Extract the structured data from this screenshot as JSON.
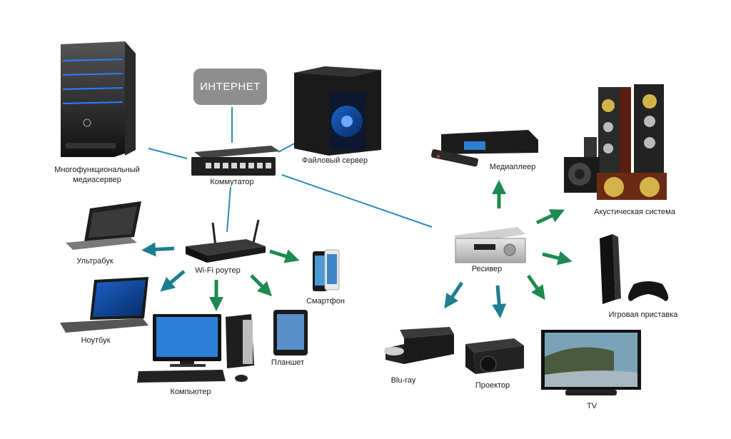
{
  "internet": "ИНТЕРНЕТ",
  "devices": {
    "media_server": "Многофункциональный\nмедиасервер",
    "switch": "Коммутатор",
    "file_server": "Файловый сервер",
    "media_player": "Медиаплеер",
    "speakers": "Акустическая система",
    "ultrabook": "Ультрабук",
    "wifi_router": "Wi-Fi роутер",
    "smartphone": "Смартфон",
    "receiver": "Ресивер",
    "game_console": "Игровая приставка",
    "notebook": "Ноутбук",
    "computer": "Компьютер",
    "tablet": "Планшет",
    "bluray": "Blu-ray",
    "projector": "Проектор",
    "tv": "TV"
  },
  "colors": {
    "cable": "#2a8db1",
    "arrow_green": "#1e8a4f",
    "arrow_teal": "#1c7e8e",
    "internet_box": "#8e8e8e"
  }
}
